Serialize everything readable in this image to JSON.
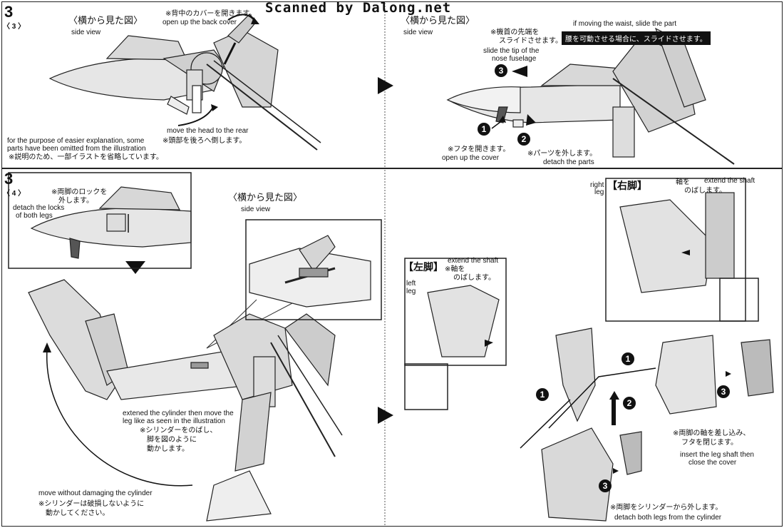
{
  "watermark": "Scanned by Dalong.net",
  "step_top": {
    "number": "3",
    "sub": "〈 3 〉",
    "left_panel": {
      "side_view_jp": "〈横から見た図〉",
      "side_view_en": "side view",
      "back_cover_jp": "※背中のカバーを開きます。",
      "back_cover_en": "open up the back cover",
      "move_head_en": "move the head to the rear",
      "move_head_jp": "※頭部を後ろへ倒します。",
      "omitted_en_1": "for the purpose of easier explanation, some",
      "omitted_en_2": "parts have been omitted from the illustration",
      "omitted_jp": "※説明のため、一部イラストを省略しています。"
    },
    "right_panel": {
      "side_view_jp": "〈横から見た図〉",
      "side_view_en": "side view",
      "waist_en": "if moving the waist, slide the part",
      "waist_jp": "腰を可動させる場合に、スライドさせます。",
      "nose_jp_1": "※機首の先端を",
      "nose_jp_2": "スライドさせます。",
      "nose_en_1": "slide the tip of the",
      "nose_en_2": "nose fuselage",
      "cover_jp": "※フタを開きます。",
      "cover_en": "open up the cover",
      "detach_jp": "※パーツを外します。",
      "detach_en": "detach the parts",
      "badges": [
        "1",
        "2",
        "3"
      ]
    }
  },
  "step_bottom": {
    "number": "3",
    "sub": "〈 4 〉",
    "inset": {
      "locks_jp_1": "※両脚のロックを",
      "locks_jp_2": "外します。",
      "locks_en_1": "detach the locks",
      "locks_en_2": "of both legs"
    },
    "side_view_jp": "〈横から見た図〉",
    "side_view_en": "side view",
    "cylinder_en_1": "extened the cylinder then move the",
    "cylinder_en_2": "leg like as seen in the illustration",
    "cylinder_jp_1": "※シリンダーをのばし、",
    "cylinder_jp_2": "脚を図のように",
    "cylinder_jp_3": "動かします。",
    "damage_en": "move without damaging the cylinder",
    "damage_jp_1": "※シリンダーは破損しないように",
    "damage_jp_2": "動かしてください。",
    "right_panel": {
      "right_leg_en": "right",
      "right_leg_en_2": "leg",
      "right_leg_jp": "【右脚】",
      "shaft_jp_1": "軸を",
      "shaft_jp_2": "のばします。",
      "shaft_en": "extend the shaft",
      "left_leg_jp": "【左脚】",
      "left_leg_en_1": "left",
      "left_leg_en_2": "leg",
      "left_shaft_en": "extend the shaft",
      "left_shaft_jp_1": "※軸を",
      "left_shaft_jp_2": "のばします。",
      "insert_jp_1": "※両脚の軸を差し込み、",
      "insert_jp_2": "フタを閉じます。",
      "insert_en_1": "insert the leg shaft then",
      "insert_en_2": "close the cover",
      "detach_jp": "※両脚をシリンダーから外します。",
      "detach_en": "detach both legs from the cylinder",
      "badges": [
        "1",
        "1",
        "2",
        "3",
        "3"
      ]
    }
  }
}
